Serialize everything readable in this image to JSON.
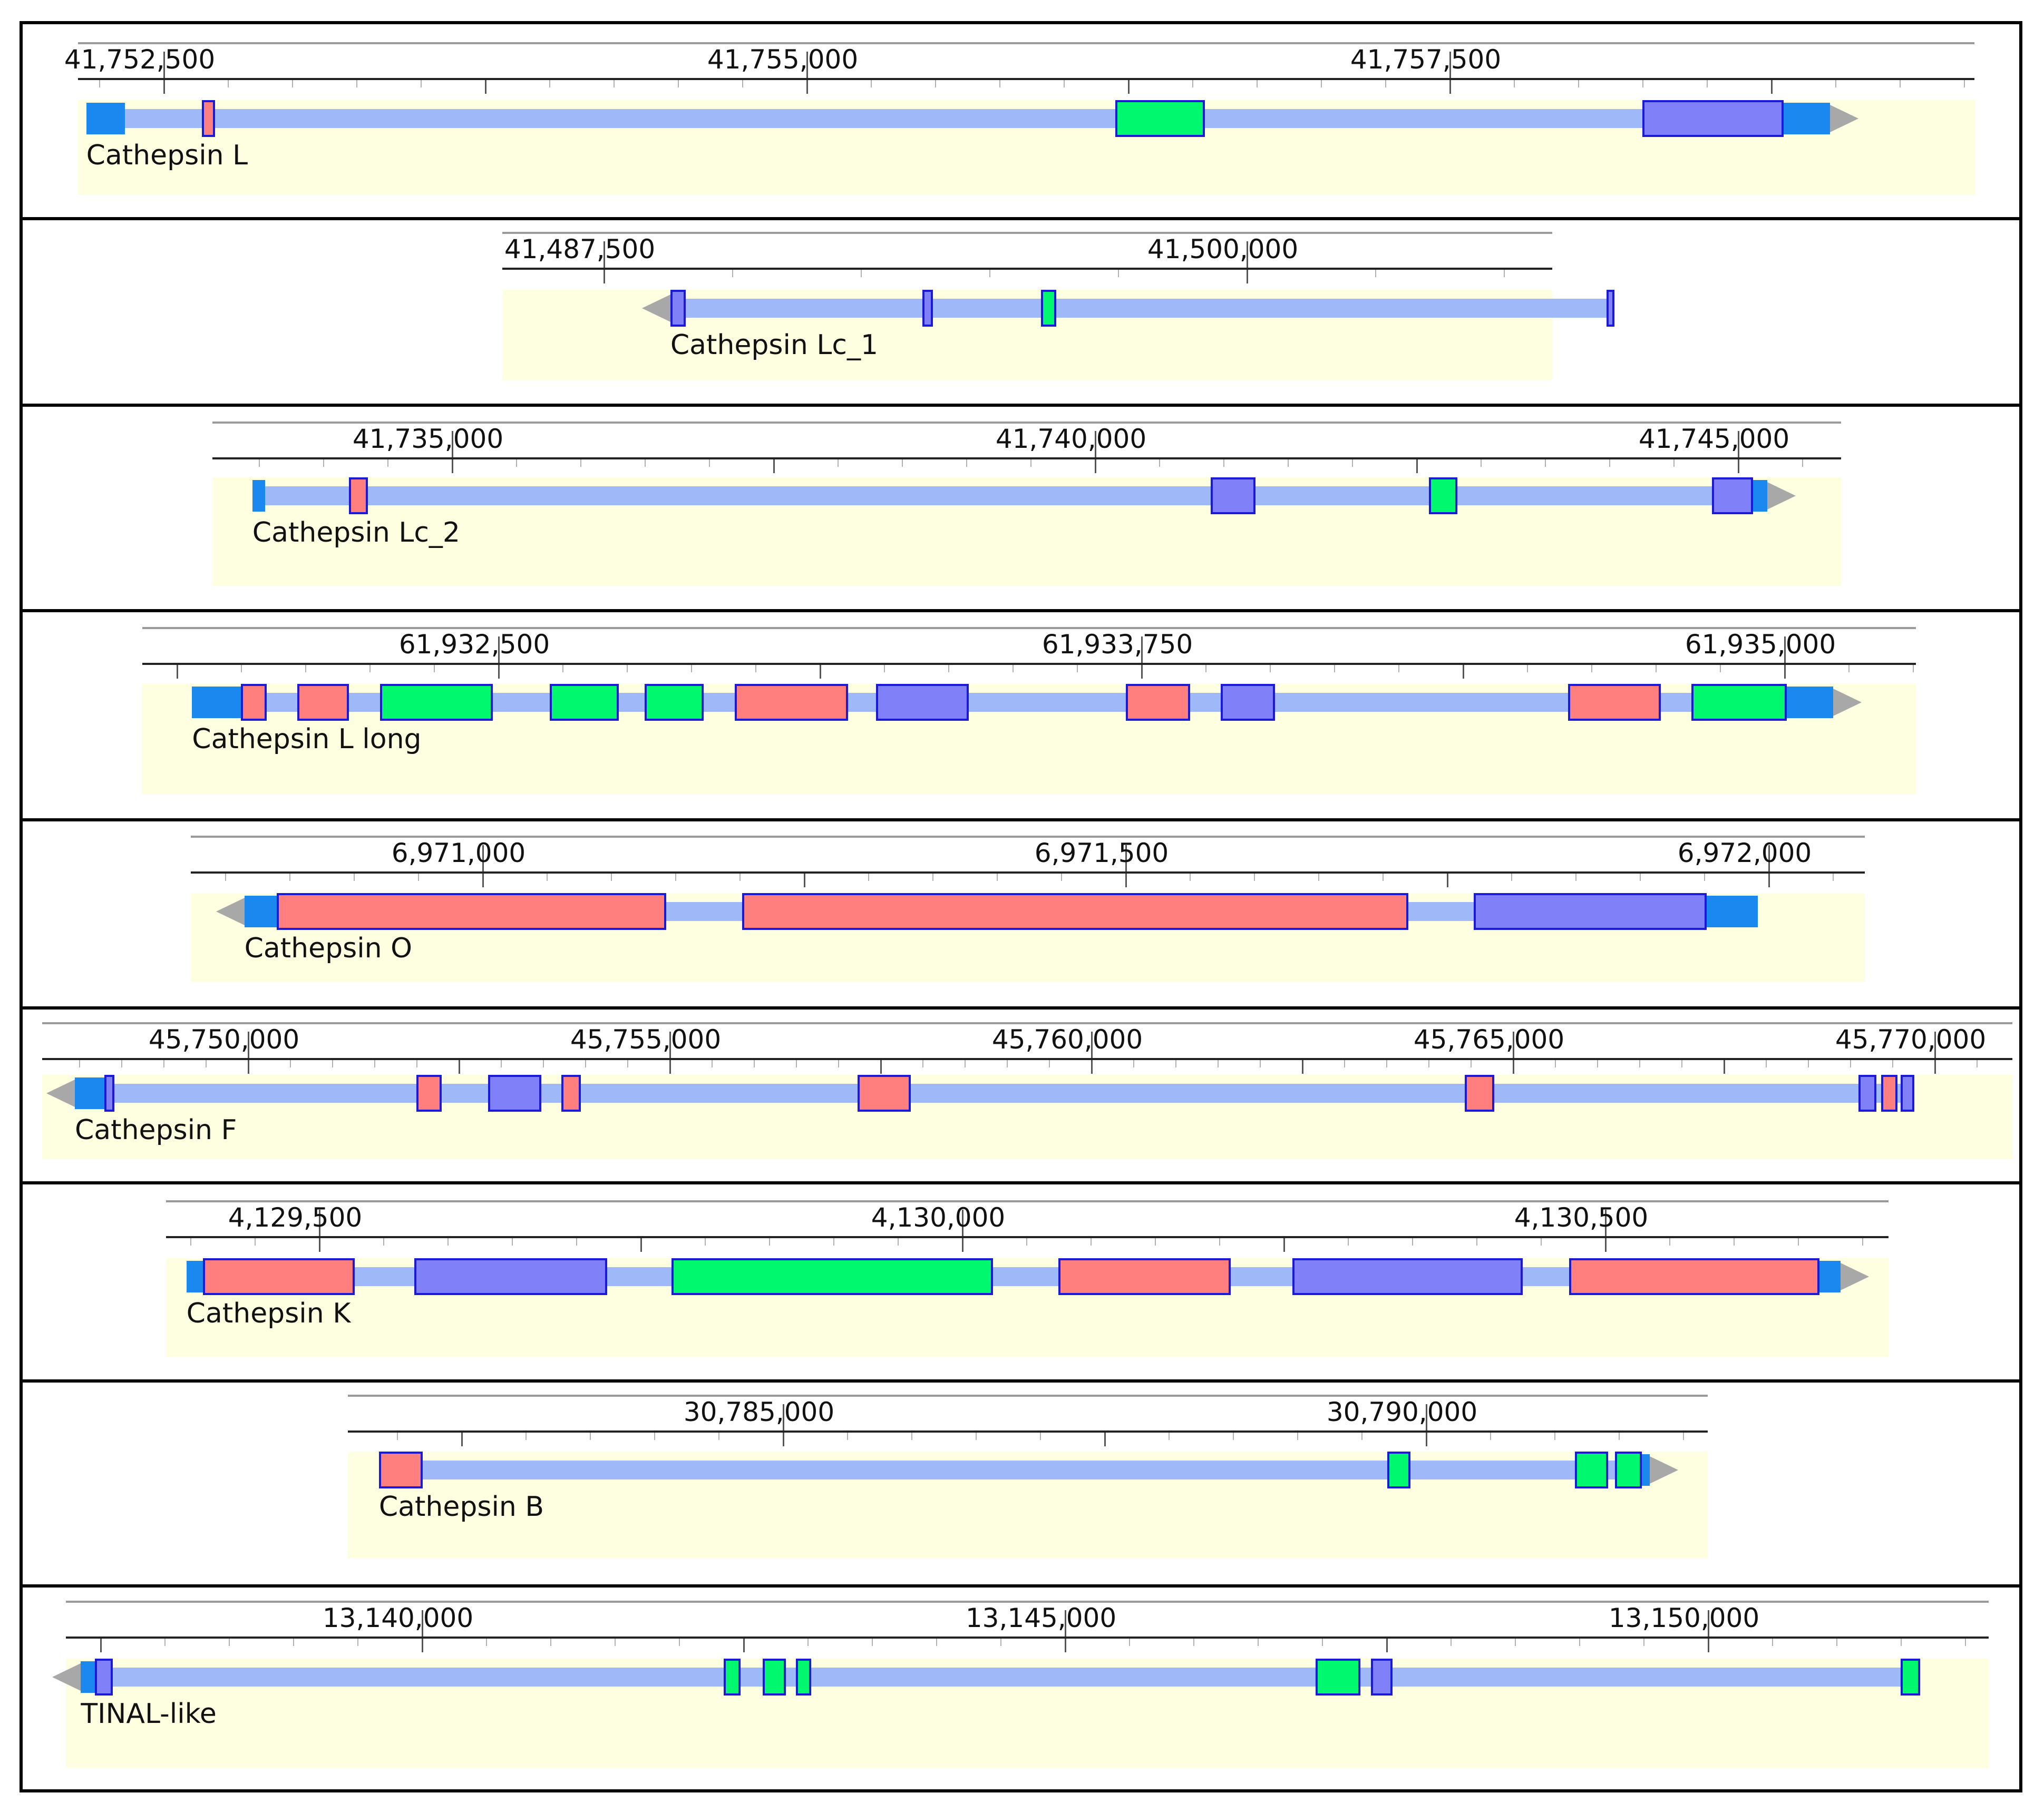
{
  "colors": {
    "phase_0": "#8080f8",
    "phase_1": "#ff7f7f",
    "phase_2": "#00f86e",
    "utr": "#1b88f0",
    "intron": "#9fb8f8",
    "track_background": "#fefee0"
  },
  "tracks": [
    {
      "gene": "Cathepsin L",
      "strand": "+",
      "ticks": [
        {
          "coord": 41752500,
          "label": "41,752,500"
        },
        {
          "coord": 41755000,
          "label": "41,755,000"
        },
        {
          "coord": 41757500,
          "label": "41,757,500"
        }
      ],
      "exons": [
        {
          "start": 41752650,
          "end": 41752700,
          "phase": "phase_1"
        },
        {
          "start": 41756200,
          "end": 41756550,
          "phase": "phase_2"
        },
        {
          "start": 41758250,
          "end": 41758800,
          "phase": "phase_0"
        }
      ],
      "utr5": [
        41752200,
        41752350
      ],
      "utr3": [
        41758800,
        41758980
      ]
    },
    {
      "gene": "Cathepsin Lc_1",
      "strand": "-",
      "ticks": [
        {
          "coord": 41487500,
          "label": "41,487,500"
        },
        {
          "coord": 41500000,
          "label": "41,500,000"
        }
      ],
      "exons": [
        {
          "start": 41488800,
          "end": 41489100,
          "phase": "phase_0"
        },
        {
          "start": 41493700,
          "end": 41493900,
          "phase": "phase_0"
        },
        {
          "start": 41496000,
          "end": 41496300,
          "phase": "phase_2"
        },
        {
          "start": 41507000,
          "end": 41507150,
          "phase": "phase_0"
        }
      ],
      "utr5": null,
      "utr3": null
    },
    {
      "gene": "Cathepsin Lc_2",
      "strand": "+",
      "ticks": [
        {
          "coord": 41735000,
          "label": "41,735,000"
        },
        {
          "coord": 41740000,
          "label": "41,740,000"
        },
        {
          "coord": 41745000,
          "label": "41,745,000"
        }
      ],
      "exons": [
        {
          "start": 41734200,
          "end": 41734350,
          "phase": "phase_1"
        },
        {
          "start": 41740900,
          "end": 41741250,
          "phase": "phase_0"
        },
        {
          "start": 41742600,
          "end": 41742820,
          "phase": "phase_2"
        },
        {
          "start": 41744800,
          "end": 41745120,
          "phase": "phase_0"
        }
      ],
      "utr5": [
        41733450,
        41733550
      ],
      "utr3": [
        41745120,
        41745230
      ]
    },
    {
      "gene": "Cathepsin L long",
      "strand": "+",
      "ticks": [
        {
          "coord": 61932500,
          "label": "61,932,500"
        },
        {
          "coord": 61933750,
          "label": "61,933,750"
        },
        {
          "coord": 61935000,
          "label": "61,935,000"
        }
      ],
      "exons": [
        {
          "start": 61932000,
          "end": 61932050,
          "phase": "phase_1"
        },
        {
          "start": 61932110,
          "end": 61932210,
          "phase": "phase_1"
        },
        {
          "start": 61932270,
          "end": 61932490,
          "phase": "phase_2"
        },
        {
          "start": 61932600,
          "end": 61932735,
          "phase": "phase_2"
        },
        {
          "start": 61932785,
          "end": 61932900,
          "phase": "phase_2"
        },
        {
          "start": 61932960,
          "end": 61933180,
          "phase": "phase_1"
        },
        {
          "start": 61933235,
          "end": 61933415,
          "phase": "phase_0"
        },
        {
          "start": 61933720,
          "end": 61933845,
          "phase": "phase_1"
        },
        {
          "start": 61933905,
          "end": 61934010,
          "phase": "phase_0"
        },
        {
          "start": 61934580,
          "end": 61934760,
          "phase": "phase_1"
        },
        {
          "start": 61934820,
          "end": 61935005,
          "phase": "phase_2"
        }
      ],
      "utr5": [
        61931905,
        61932000
      ],
      "utr3": [
        61935005,
        61935095
      ]
    },
    {
      "gene": "Cathepsin O",
      "strand": "-",
      "ticks": [
        {
          "coord": 6971000,
          "label": "6,971,000"
        },
        {
          "coord": 6971500,
          "label": "6,971,500"
        },
        {
          "coord": 6972000,
          "label": "6,972,000"
        }
      ],
      "exons": [
        {
          "start": 6970840,
          "end": 6971143,
          "phase": "phase_1"
        },
        {
          "start": 6971202,
          "end": 6971720,
          "phase": "phase_1"
        },
        {
          "start": 6971771,
          "end": 6971952,
          "phase": "phase_0"
        }
      ],
      "utr5": [
        6970815,
        6970840
      ],
      "utr3": [
        6971952,
        6971992
      ]
    },
    {
      "gene": "Cathepsin F",
      "strand": "-",
      "ticks": [
        {
          "coord": 45750000,
          "label": "45,750,000"
        },
        {
          "coord": 45755000,
          "label": "45,755,000"
        },
        {
          "coord": 45760000,
          "label": "45,760,000"
        },
        {
          "coord": 45765000,
          "label": "45,765,000"
        },
        {
          "coord": 45770000,
          "label": "45,770,000"
        }
      ],
      "exons": [
        {
          "start": 45748300,
          "end": 45748420,
          "phase": "phase_0"
        },
        {
          "start": 45752000,
          "end": 45752300,
          "phase": "phase_1"
        },
        {
          "start": 45752850,
          "end": 45753480,
          "phase": "phase_0"
        },
        {
          "start": 45753720,
          "end": 45753950,
          "phase": "phase_1"
        },
        {
          "start": 45757230,
          "end": 45757860,
          "phase": "phase_1"
        },
        {
          "start": 45764430,
          "end": 45764780,
          "phase": "phase_1"
        },
        {
          "start": 45769100,
          "end": 45769310,
          "phase": "phase_0"
        },
        {
          "start": 45769370,
          "end": 45769560,
          "phase": "phase_1"
        },
        {
          "start": 45769600,
          "end": 45769760,
          "phase": "phase_0"
        }
      ],
      "utr5": [
        45747950,
        45748300
      ],
      "utr3": null
    },
    {
      "gene": "Cathepsin K",
      "strand": "+",
      "ticks": [
        {
          "coord": 4129500,
          "label": "4,129,500"
        },
        {
          "coord": 4130000,
          "label": "4,130,000"
        },
        {
          "coord": 4130500,
          "label": "4,130,500"
        }
      ],
      "exons": [
        {
          "start": 4129410,
          "end": 4129528,
          "phase": "phase_1"
        },
        {
          "start": 4129574,
          "end": 4129724,
          "phase": "phase_0"
        },
        {
          "start": 4129774,
          "end": 4130024,
          "phase": "phase_2"
        },
        {
          "start": 4130075,
          "end": 4130209,
          "phase": "phase_1"
        },
        {
          "start": 4130257,
          "end": 4130436,
          "phase": "phase_0"
        },
        {
          "start": 4130472,
          "end": 4130667,
          "phase": "phase_1"
        }
      ],
      "utr5": [
        4129397,
        4129410
      ],
      "utr3": [
        4130667,
        4130683
      ]
    },
    {
      "gene": "Cathepsin B",
      "strand": "+",
      "ticks": [
        {
          "coord": 30785000,
          "label": "30,785,000"
        },
        {
          "coord": 30790000,
          "label": "30,790,000"
        }
      ],
      "exons": [
        {
          "start": 30781860,
          "end": 30782200,
          "phase": "phase_1"
        },
        {
          "start": 30789700,
          "end": 30789880,
          "phase": "phase_2"
        },
        {
          "start": 30791160,
          "end": 30791420,
          "phase": "phase_2"
        },
        {
          "start": 30791470,
          "end": 30791680,
          "phase": "phase_2"
        }
      ],
      "utr5": null,
      "utr3": [
        30791680,
        30791740
      ]
    },
    {
      "gene": "TINAL-like",
      "strand": "-",
      "ticks": [
        {
          "coord": 13140000,
          "label": "13,140,000"
        },
        {
          "coord": 13145000,
          "label": "13,145,000"
        },
        {
          "coord": 13150000,
          "label": "13,150,000"
        }
      ],
      "exons": [
        {
          "start": 13137460,
          "end": 13137600,
          "phase": "phase_0"
        },
        {
          "start": 13142350,
          "end": 13142480,
          "phase": "phase_2"
        },
        {
          "start": 13142650,
          "end": 13142830,
          "phase": "phase_2"
        },
        {
          "start": 13142910,
          "end": 13143030,
          "phase": "phase_2"
        },
        {
          "start": 13146950,
          "end": 13147300,
          "phase": "phase_2"
        },
        {
          "start": 13147380,
          "end": 13147550,
          "phase": "phase_0"
        },
        {
          "start": 13151500,
          "end": 13151650,
          "phase": "phase_2"
        }
      ],
      "utr5": [
        13137350,
        13137460
      ],
      "utr3": null
    }
  ]
}
